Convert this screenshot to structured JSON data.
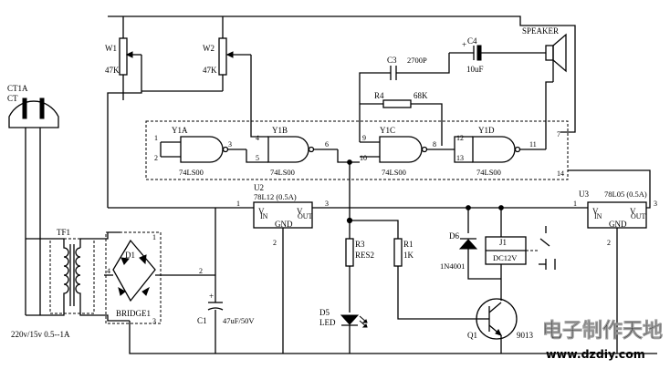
{
  "plug": {
    "name": "CT1A",
    "ref": "CT"
  },
  "transformer": {
    "name": "TF1",
    "rating": "220v/15v  0.5--1A"
  },
  "pots": [
    {
      "name": "W1",
      "value": "47K"
    },
    {
      "name": "W2",
      "value": "47K"
    }
  ],
  "caps": {
    "c3": {
      "name": "C3",
      "value": "2700P"
    },
    "c4": {
      "name": "C4",
      "value": "10uF"
    },
    "c1": {
      "name": "C1",
      "value": "47uF/50V"
    }
  },
  "speaker": "SPEAKER",
  "r4": {
    "name": "R4",
    "value": "68K"
  },
  "gates": [
    {
      "name": "Y1A",
      "part": "74LS00"
    },
    {
      "name": "Y1B",
      "part": "74LS00"
    },
    {
      "name": "Y1C",
      "part": "74LS00"
    },
    {
      "name": "Y1D",
      "part": "74LS00"
    }
  ],
  "pins": {
    "a1": "1",
    "a2": "2",
    "a3": "3",
    "b4": "4",
    "b5": "5",
    "b6": "6",
    "c9": "9",
    "c10": "10",
    "c8": "8",
    "d12": "12",
    "d13": "13",
    "d11": "11",
    "p7": "7",
    "p14": "14"
  },
  "u2": {
    "name": "U2",
    "part": "78L12 (0.5A)",
    "vin": "V",
    "vin_sub": "IN",
    "vout": "V",
    "vout_sub": "OUT",
    "gnd": "GND",
    "p1": "1",
    "p2": "2",
    "p3": "3"
  },
  "u3": {
    "name": "U3",
    "part": "78L05 (0.5A)",
    "vin": "V",
    "vin_sub": "IN",
    "vout": "V",
    "vout_sub": "OUT",
    "gnd": "GND",
    "p1": "1",
    "p2": "2",
    "p3": "3"
  },
  "d1": "D1",
  "bridge": {
    "name": "BRIDGE1",
    "p1": "1",
    "p2": "2",
    "p3": "3",
    "p4": "4"
  },
  "r3": {
    "name": "R3",
    "value": "RES2"
  },
  "r1": {
    "name": "R1",
    "value": "1K"
  },
  "d5": {
    "name": "D5",
    "value": "LED"
  },
  "d6": {
    "name": "D6",
    "value": "1N4001"
  },
  "j1": {
    "name": "J1",
    "value": "DC12V"
  },
  "q1": {
    "name": "Q1",
    "value": "9013"
  },
  "watermark": {
    "cn": "电子制作天地",
    "url": "www.dzdiy.com"
  }
}
